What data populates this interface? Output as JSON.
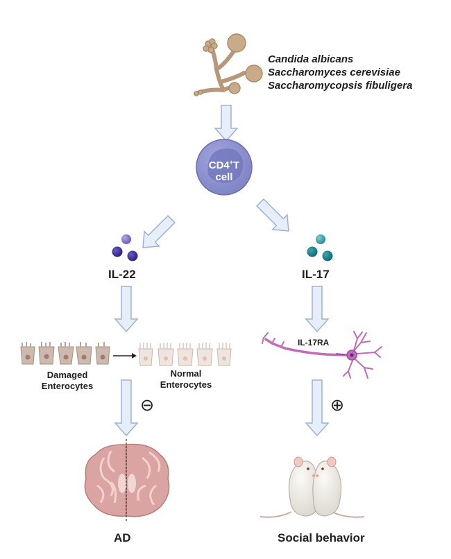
{
  "fungi": {
    "species": [
      "Candida albicans",
      "Saccharomyces cerevisiae",
      "Saccharomycopsis fibuligera"
    ]
  },
  "tcell": {
    "line1_base": "CD4",
    "line1_sup": "+",
    "line1_end": "T",
    "line2": "cell"
  },
  "left_branch": {
    "cytokine": "IL-22",
    "damaged_line1": "Damaged",
    "damaged_line2": "Enterocytes",
    "normal_line1": "Normal",
    "normal_line2": "Enterocytes",
    "effect_symbol": "⊖",
    "outcome": "AD"
  },
  "right_branch": {
    "cytokine": "IL-17",
    "receptor": "IL-17RA",
    "effect_symbol": "⊕",
    "outcome": "Social behavior"
  },
  "colors": {
    "arrow_fill": "#e6eef9",
    "arrow_stroke": "#9db2d2",
    "tcell_outer": "#8e91cf",
    "tcell_inner": "#7479bd",
    "il22_dots": [
      "#7c6cc2",
      "#3b2f95",
      "#4a3b9e"
    ],
    "il17_dots": [
      "#3aa1a8",
      "#1e7c86",
      "#20838d"
    ],
    "neuron": "#c26bb8",
    "brain": "#d99a98",
    "fungus": "#c9ab8a"
  }
}
